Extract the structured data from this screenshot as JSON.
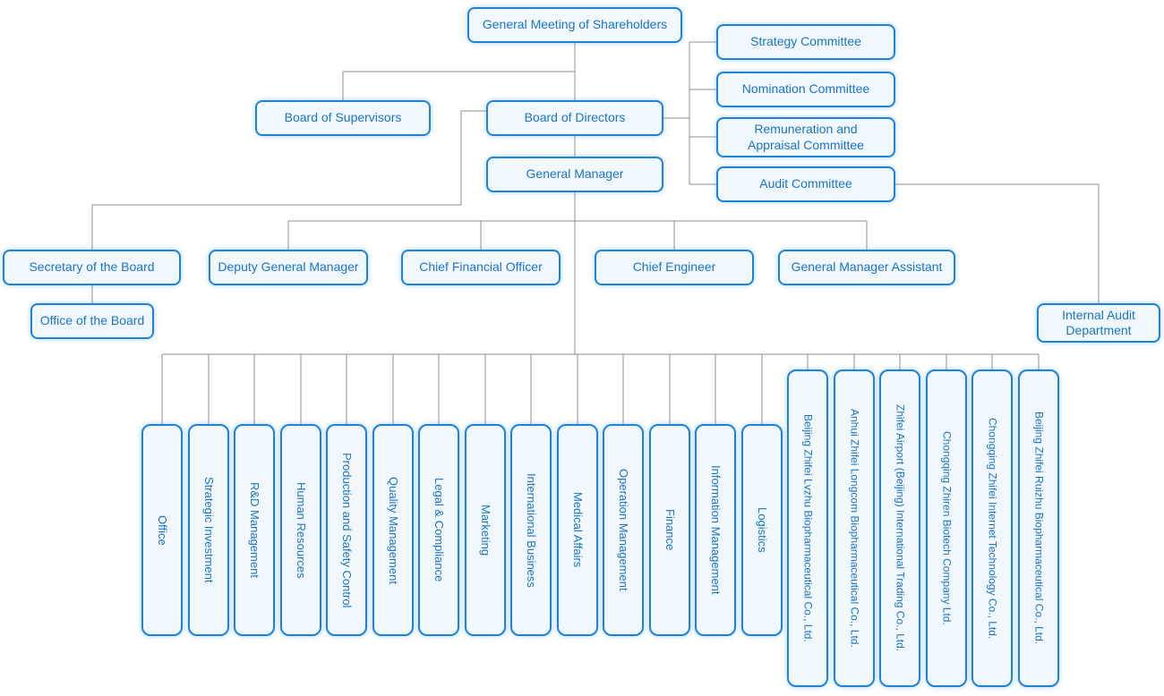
{
  "palette": {
    "box_border": "#1e82d8",
    "box_fill": "#f0f8fd",
    "box_text": "#1b74c5",
    "connector_line": "#8f8f8f",
    "background": "#ffffff"
  },
  "org_chart": {
    "top": {
      "shareholders": "General Meeting of Shareholders",
      "board_of_supervisors": "Board of Supervisors",
      "board_of_directors": "Board of Directors",
      "general_manager": "General Manager"
    },
    "committees": [
      "Strategy Committee",
      "Nomination Committee",
      "Remuneration and Appraisal Committee",
      "Audit Committee"
    ],
    "officers": [
      "Secretary of the Board",
      "Deputy General Manager",
      "Chief Financial Officer",
      "Chief Engineer",
      "General Manager Assistant"
    ],
    "support": {
      "office_of_the_board": "Office of the Board",
      "internal_audit_department": "Internal Audit Department"
    },
    "departments": [
      "Office",
      "Strategic Investment",
      "R&D Management",
      "Human Resources",
      "Production and Safety Control",
      "Quality Management",
      "Legal & Compliance",
      "Marketing",
      "International Business",
      "Medical Affairs",
      "Operation Management",
      "Finance",
      "Information Management",
      "Logistics"
    ],
    "subsidiaries": [
      "Beijing Zhifei Lvzhu Biopharmaceutical Co., Ltd.",
      "Anhui Zhifei Longcom Biopharmaceutical Co., Ltd.",
      "Zhifei Airport (Beijing) International Trading Co., Ltd.",
      "Chongqing Zhiren Biotech Company Ltd.",
      "Chongqing Zhifei Internet Technology Co., Ltd.",
      "Beijing Zhifei Ruizhu Biopharmaceutical Co., Ltd."
    ]
  }
}
